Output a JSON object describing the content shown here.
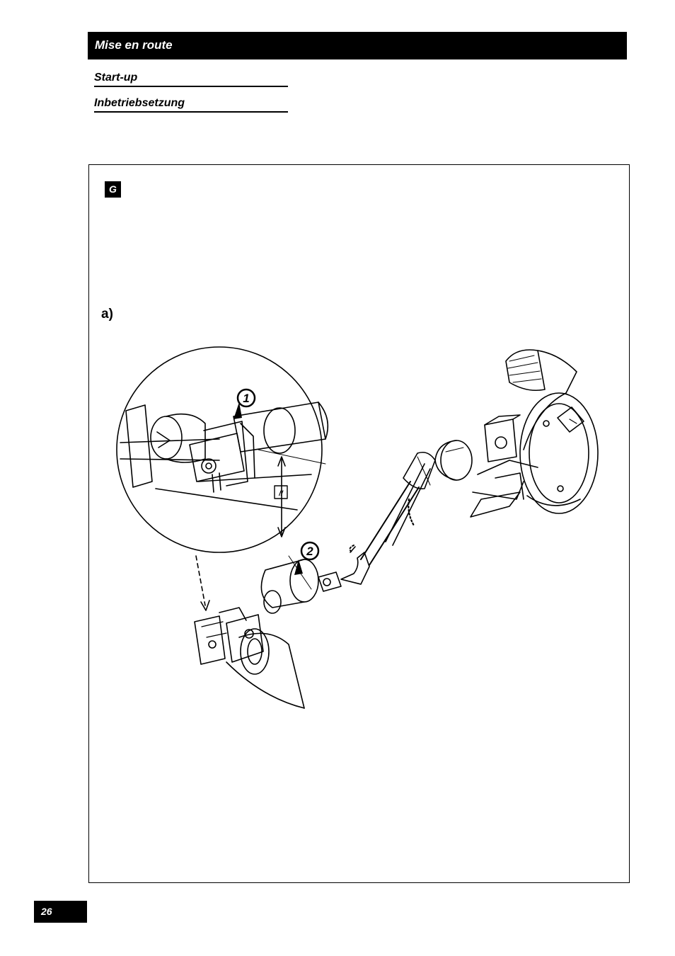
{
  "header": {
    "title": "Mise en route"
  },
  "subtitles": {
    "en": "Start-up",
    "de": "Inbetriebsetzung"
  },
  "section": {
    "badge": "G",
    "step": "a)"
  },
  "figure": {
    "callout_1": "1",
    "callout_2": "2",
    "parallel_mark": "//"
  },
  "footer": {
    "page_number": "26"
  }
}
